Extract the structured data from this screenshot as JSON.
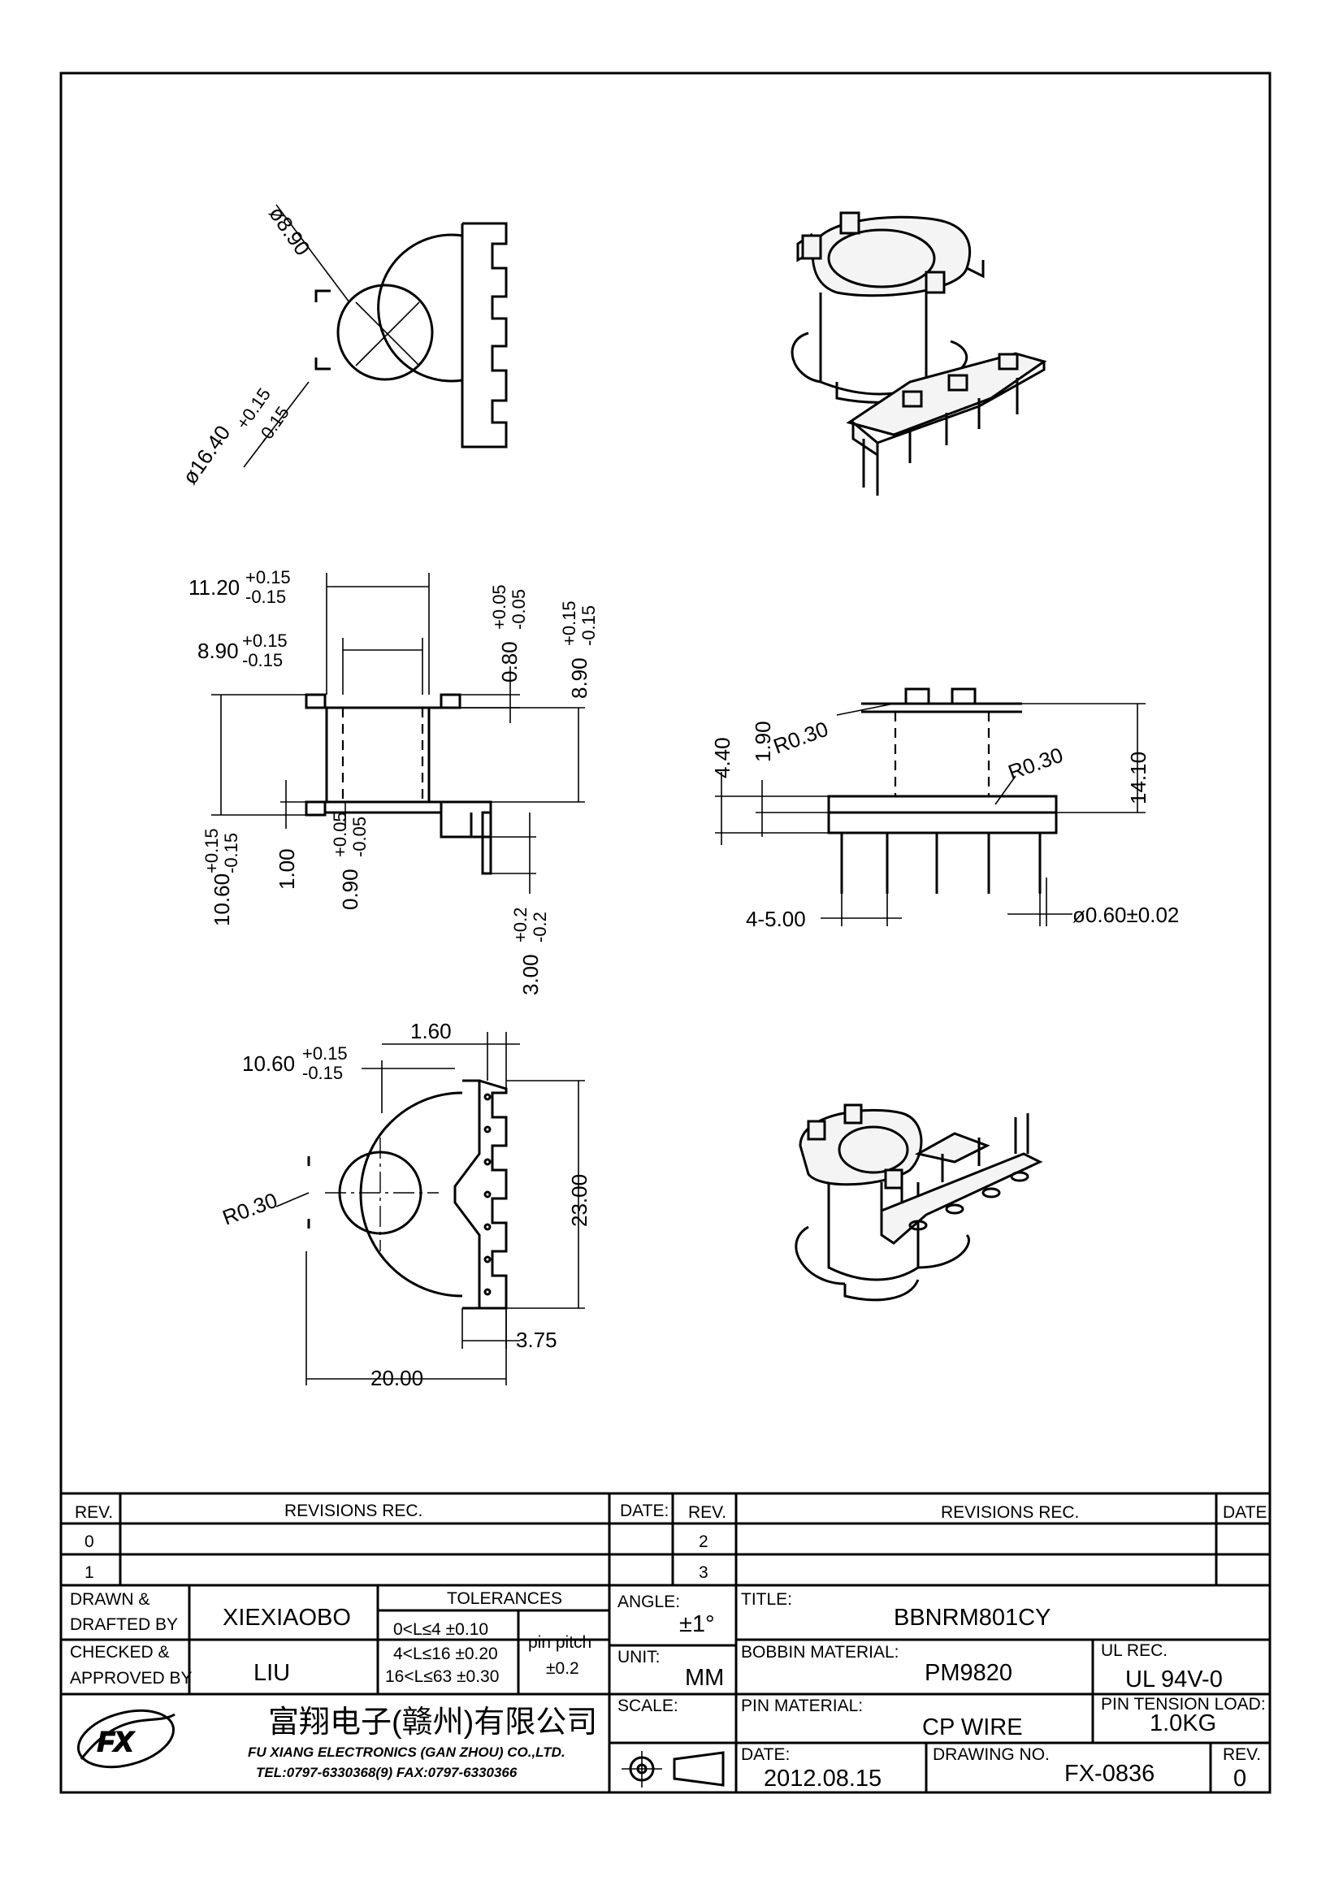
{
  "views": {
    "top_dims": {
      "core_dia": "ø8.90",
      "flange_dia": "ø16.40",
      "flange_tol_up": "+0.15",
      "flange_tol_dn": "-0.15"
    },
    "front_dims": {
      "d1": "11.20",
      "d1_up": "+0.15",
      "d1_dn": "-0.15",
      "d2": "8.90",
      "d2_up": "+0.15",
      "d2_dn": "-0.15",
      "d3": "0.80",
      "d3_up": "+0.05",
      "d3_dn": "-0.05",
      "d4": "8.90",
      "d4_up": "+0.15",
      "d4_dn": "-0.15",
      "d5": "10.60",
      "d5_up": "+0.15",
      "d5_dn": "-0.15",
      "d6": "1.00",
      "d7": "0.90",
      "d7_up": "+0.05",
      "d7_dn": "-0.05",
      "d8": "3.00",
      "d8_up": "+0.2",
      "d8_dn": "-0.2"
    },
    "side_dims": {
      "h1": "4.40",
      "h2": "1.90",
      "r1": "R0.30",
      "r2": "R0.30",
      "h3": "14.10",
      "pitch": "4-5.00",
      "pin": "ø0.60±0.02"
    },
    "bottom_dims": {
      "w1": "10.60",
      "w1_up": "+0.15",
      "w1_dn": "-0.15",
      "w2": "1.60",
      "r": "R0.30",
      "h": "23.00",
      "w3": "3.75",
      "w4": "20.00"
    }
  },
  "title_block": {
    "rev_header": "REV.",
    "revisions_header": "REVISIONS   REC.",
    "date_header": "DATE:",
    "rev_rows_left": [
      "0",
      "1"
    ],
    "rev_rows_right": [
      "2",
      "3"
    ],
    "drawn_label_1": "DRAWN  &",
    "drawn_label_2": "DRAFTED  BY",
    "drawn_value": "XIEXIAOBO",
    "checked_label_1": "CHECKED  &",
    "checked_label_2": "APPROVED  BY",
    "checked_value": "LIU",
    "tolerances_header": "TOLERANCES",
    "tolerances": [
      "0<L≤4    ±0.10",
      "4<L≤16  ±0.20",
      "16<L≤63  ±0.30"
    ],
    "pin_pitch_label": "pin  pitch",
    "pin_pitch_value": "±0.2",
    "angle_label": "ANGLE:",
    "angle_value": "±1°",
    "unit_label": "UNIT:",
    "unit_value": "MM",
    "scale_label": "SCALE:",
    "title_label": "TITLE:",
    "title_value": "BBNRM801CY",
    "bobbin_material_label": "BOBBIN  MATERIAL:",
    "bobbin_material_value": "PM9820",
    "ul_label": "UL  REC.",
    "ul_value": "UL  94V-0",
    "pin_material_label": "PIN  MATERIAL:",
    "pin_material_value": "CP  WIRE",
    "pin_tension_label": "PIN  TENSION  LOAD:",
    "pin_tension_value": "1.0KG",
    "date_label": "DATE:",
    "date_value": "2012.08.15",
    "drawing_no_label": "DRAWING  NO.",
    "drawing_no_value": "FX-0836",
    "rev_label": "REV.",
    "rev_value": "0",
    "company_cn": "富翔电子(赣州)有限公司",
    "company_en": "FU XIANG ELECTRONICS (GAN ZHOU) CO.,LTD.",
    "company_tel": "TEL:0797-6330368(9)     FAX:0797-6330366",
    "logo_text": "FX"
  }
}
